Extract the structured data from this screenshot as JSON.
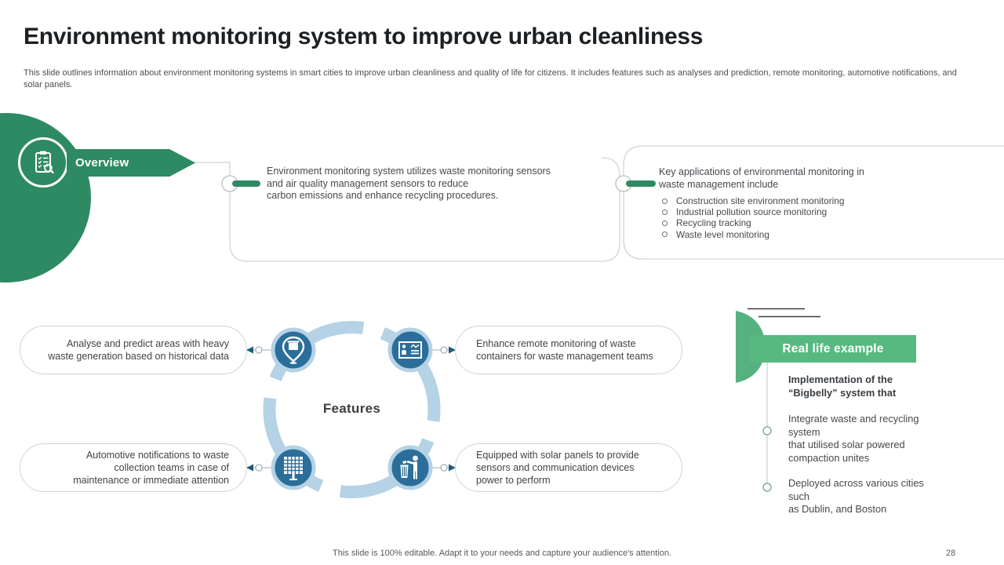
{
  "slide": {
    "title": "Environment monitoring system to improve urban cleanliness",
    "subtitle": "This slide outlines information about environment monitoring systems in smart cities to improve urban cleanliness and quality of life for citizens. It includes features such as analyses and prediction, remote monitoring, automotive notifications, and solar panels.",
    "footer": "This slide is 100% editable. Adapt it to your needs and capture your audience's attention.",
    "page_number": "28"
  },
  "overview": {
    "banner_label": "Overview",
    "summary": "Environment monitoring system utilizes waste monitoring sensors\nand air quality management sensors to reduce\ncarbon emissions and enhance recycling procedures.",
    "applications_intro": "Key applications of environmental monitoring in\nwaste management include",
    "applications": [
      "Construction site environment monitoring",
      "Industrial pollution source monitoring",
      "Recycling tracking",
      "Waste level monitoring"
    ]
  },
  "features": {
    "center_label": "Features",
    "items": [
      {
        "position": "top-left",
        "icon": "map-pin-waste-icon",
        "label": "Analyse and predict areas with heavy\nwaste generation based on historical data"
      },
      {
        "position": "top-right",
        "icon": "remote-monitoring-icon",
        "label": "Enhance remote monitoring of waste\ncontainers for waste management teams"
      },
      {
        "position": "bottom-left",
        "icon": "solar-panel-icon",
        "label": "Automotive notifications to waste\ncollection teams in case of\nmaintenance or immediate attention"
      },
      {
        "position": "bottom-right",
        "icon": "waste-disposal-icon",
        "label": "Equipped with solar panels to provide\nsensors and communication devices\npower to perform"
      }
    ]
  },
  "real_life_example": {
    "banner_label": "Real life example",
    "heading": "Implementation of the\n“Bigbelly” system that",
    "bullets": [
      "Integrate waste and recycling system\nthat utilised solar powered\ncompaction unites",
      "Deployed across various cities such\nas Dublin, and Boston"
    ]
  },
  "colors": {
    "dark_green": "#2E8A62",
    "light_green": "#57B97F",
    "ring_blue": "#B5D2E6",
    "node_blue": "#2B6E99"
  }
}
